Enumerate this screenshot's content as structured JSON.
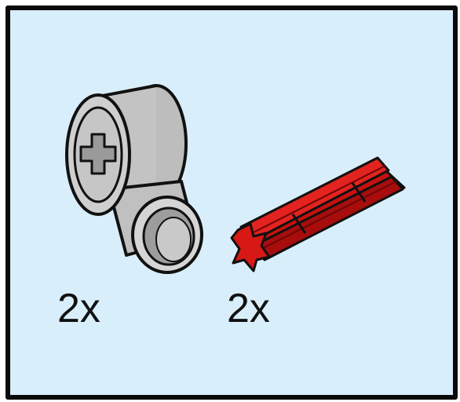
{
  "parts": [
    {
      "name": "cross block",
      "icon": "cross-block-icon",
      "color": "#b9b9b9",
      "quantity": "2x"
    },
    {
      "name": "axle",
      "icon": "red-axle-icon",
      "color": "#d2120f",
      "quantity": "2x"
    }
  ],
  "colors": {
    "background": "#d9eefb",
    "border": "#0a0a0a"
  }
}
